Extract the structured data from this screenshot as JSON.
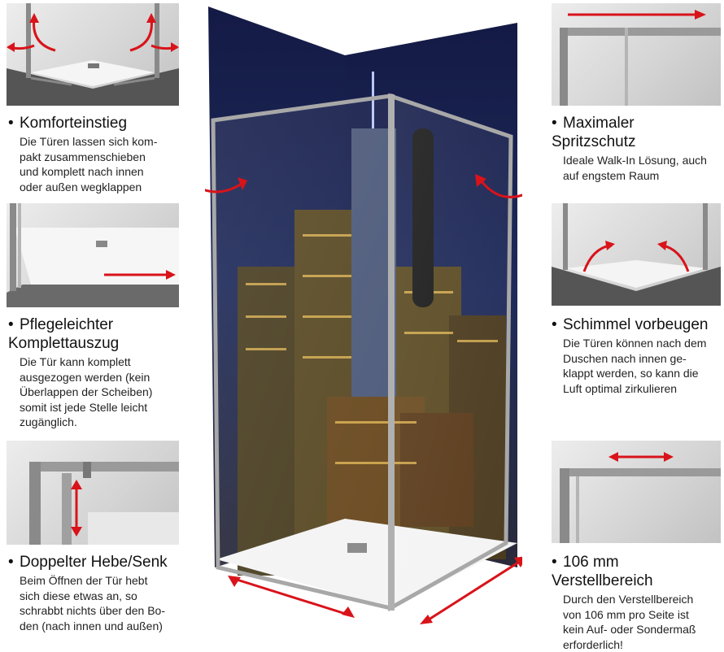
{
  "features": [
    {
      "id": "komforteinstieg",
      "title": "Komforteinstieg",
      "description": "Die Türen lassen sich kom-\npakt zusammenschieben\nund komplett nach innen\noder außen wegklappen"
    },
    {
      "id": "komplettauszug",
      "title": "Pflegeleichter\nKomplettauszug",
      "description": "Die Tür kann komplett\nausgezogen werden (kein\nÜberlappen der Scheiben)\nsomit ist jede Stelle leicht\nzugänglich."
    },
    {
      "id": "hebe-senk",
      "title": "Doppelter Hebe/Senk",
      "description": "Beim Öffnen der Tür hebt\nsich diese etwas an, so\nschrabbt nichts über den Bo-\nden (nach innen und außen)"
    },
    {
      "id": "spritzschutz",
      "title": "Maximaler\nSpritzschutz",
      "description": "Ideale Walk-In Lösung, auch\nauf engstem Raum"
    },
    {
      "id": "schimmel",
      "title": "Schimmel vorbeugen",
      "description": "Die Türen können nach dem\nDuschen nach innen ge-\nklappt werden, so kann die\nLuft optimal zirkulieren"
    },
    {
      "id": "verstellbereich",
      "title": "106 mm Verstellbereich",
      "description": "Durch den Verstellbereich\nvon 106 mm pro Seite ist\nkein Auf- oder Sondermaß\nerforderlich!"
    }
  ],
  "bullet": "•",
  "colors": {
    "accent_red": "#d9131a",
    "night_sky": "#1c2550",
    "frame_gray": "#9a9a9a",
    "tray_white": "#f4f4f4"
  }
}
